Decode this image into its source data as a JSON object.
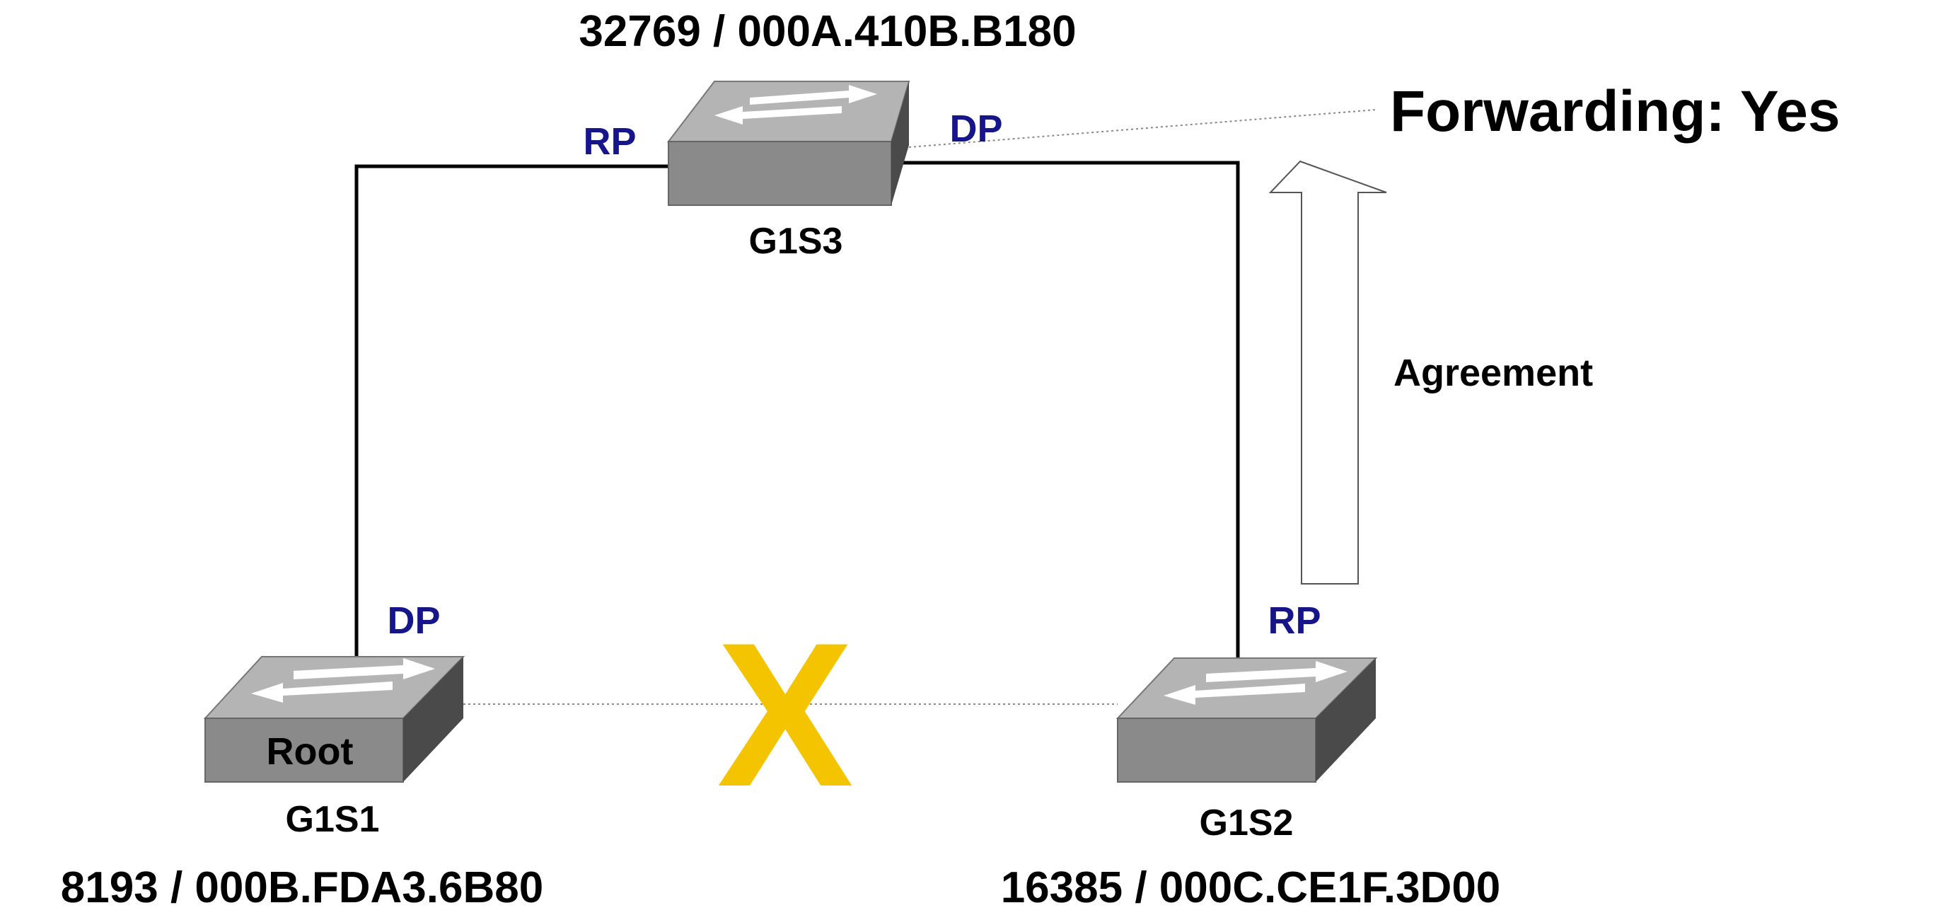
{
  "colors": {
    "port_label": "#16168a",
    "text": "#000000",
    "blocked_marker": "#f5c400",
    "link": "#000000",
    "dotted": "#888888",
    "switch_top": "#b4b4b4",
    "switch_front": "#8a8a8a",
    "switch_side": "#4a4a4a"
  },
  "switches": {
    "g1s3": {
      "name": "G1S3",
      "bridge_id": "32769 / 000A.410B.B180",
      "icon": "switch-icon"
    },
    "g1s1": {
      "name": "G1S1",
      "bridge_id": "8193 / 000B.FDA3.6B80",
      "front_label": "Root",
      "icon": "switch-icon"
    },
    "g1s2": {
      "name": "G1S2",
      "bridge_id": "16385 / 000C.CE1F.3D00",
      "icon": "switch-icon"
    }
  },
  "ports": {
    "g1s3_left": "RP",
    "g1s3_right": "DP",
    "g1s1_up": "DP",
    "g1s2_up": "RP"
  },
  "annotations": {
    "forwarding": "Forwarding: Yes",
    "agreement": "Agreement",
    "blocked_marker": "X"
  }
}
